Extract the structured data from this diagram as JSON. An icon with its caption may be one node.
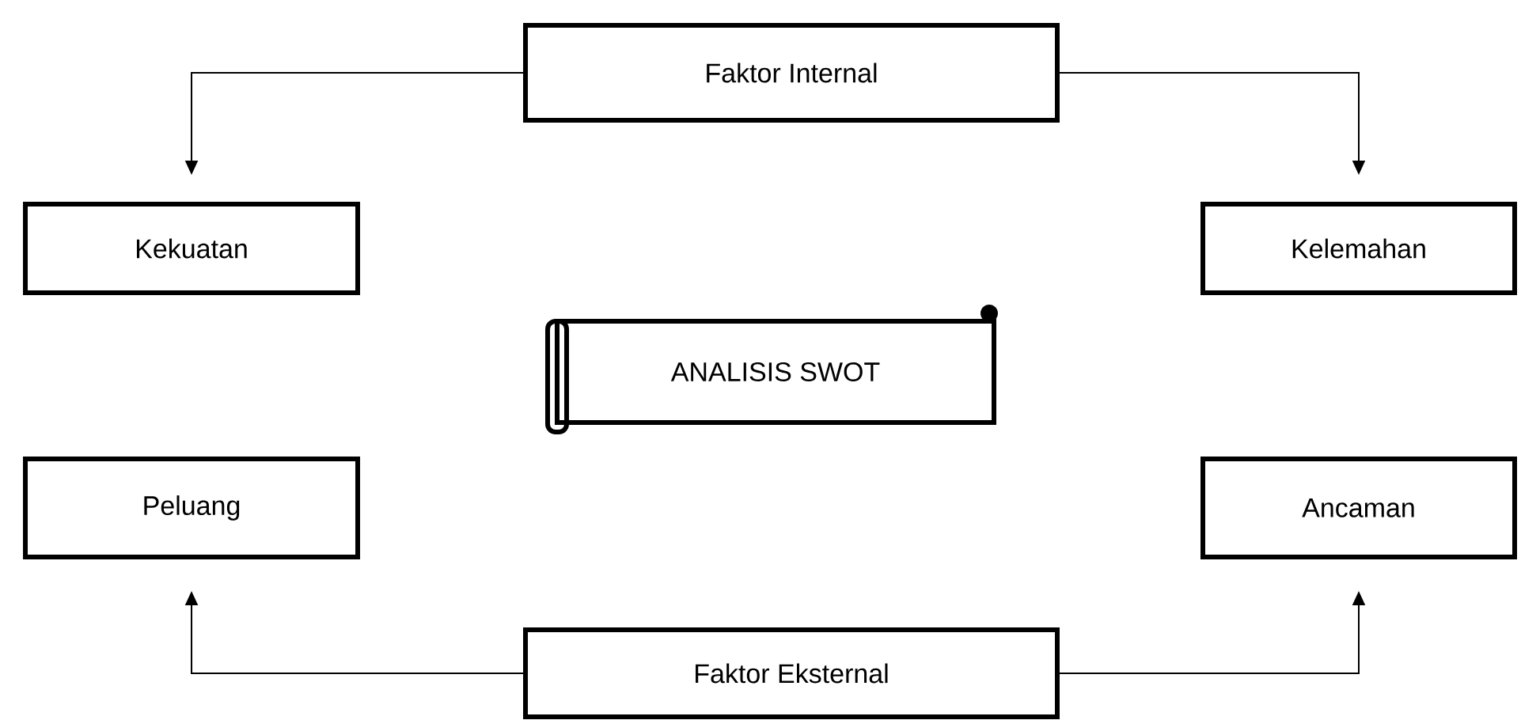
{
  "diagram": {
    "nodes": [
      {
        "text": [
          "Faktor Internal"
        ]
      },
      {
        "text": [
          "Kekuatan"
        ]
      },
      {
        "text": [
          "Kelemahan"
        ]
      },
      {
        "text": [
          "ANALISIS SWOT"
        ]
      },
      {
        "text": [
          "Peluang"
        ]
      },
      {
        "text": [
          "Ancaman"
        ]
      },
      {
        "text": [
          "Faktor Eksternal"
        ]
      }
    ],
    "edges": [
      {
        "from": 0,
        "to": 1,
        "arrow": "to"
      },
      {
        "from": 0,
        "to": 2,
        "arrow": "to"
      },
      {
        "from": 6,
        "to": 4,
        "arrow": "to"
      },
      {
        "from": 6,
        "to": 5,
        "arrow": "to"
      }
    ]
  }
}
